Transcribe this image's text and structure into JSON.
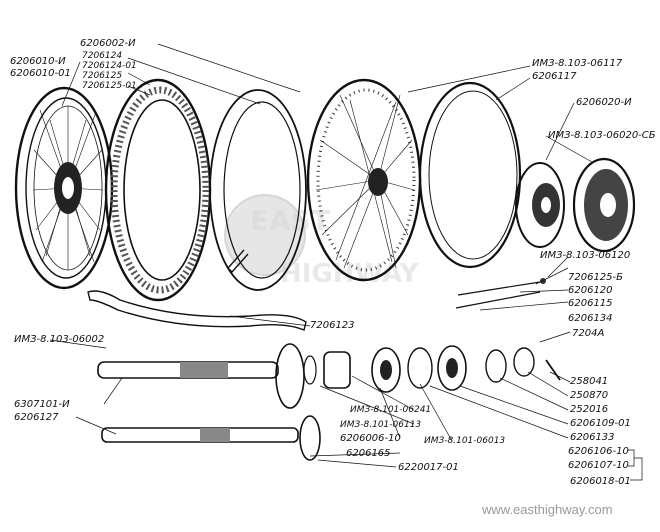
{
  "labels": {
    "l_6206010_i": "6206010-И",
    "l_6206010_01": "6206010-01",
    "l_6206002_i": "6206002-И",
    "l_7206124": "7206124",
    "l_7206124_01": "7206124-01",
    "l_7206125": "7206125",
    "l_7206125_01": "7206125-01",
    "l_imz_06117": "ИМЗ-8.103-06117",
    "l_6206117": "6206117",
    "l_6206020_i": "6206020-И",
    "l_imz_06020_sb": "ИМЗ-8.103-06020-СБ",
    "l_imz_06120": "ИМЗ-8.103-06120",
    "l_7206125_b": "7206125-Б",
    "l_6206120": "6206120",
    "l_6206115": "6206115",
    "l_6206134": "6206134",
    "l_7204a": "7204А",
    "l_7206123": "7206123",
    "l_imz_06002": "ИМЗ-8.103-06002",
    "l_6307101_i": "6307101-И",
    "l_6206127": "6206127",
    "l_imz_06241": "ИМЗ-8.101-06241",
    "l_imz_06113": "ИМЗ-8.101-06113",
    "l_6206006_10": "6206006-10",
    "l_imz_06013": "ИМЗ-8.101-06013",
    "l_6206165": "6206165",
    "l_6220017_01": "6220017-01",
    "l_258041": "258041",
    "l_250870": "250870",
    "l_252016": "252016",
    "l_6206109_01": "6206109-01",
    "l_6206133": "6206133",
    "l_6206106_10": "6206106-10",
    "l_6206107_10": "6206107-10",
    "l_6206018_01": "6206018-01"
  },
  "watermark": {
    "line1": "EAST",
    "line2": "HIGHWAY"
  },
  "footer": {
    "url": "www.easthighway.com"
  }
}
